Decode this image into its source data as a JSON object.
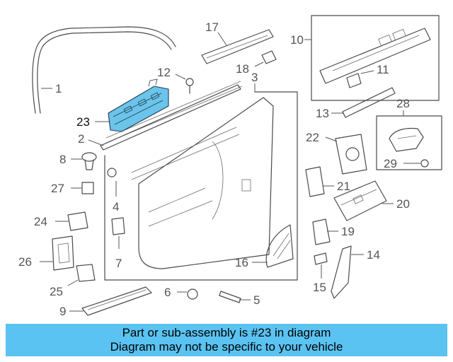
{
  "diagram": {
    "highlight_color": "#6cc4ea",
    "highlighted_part": "23",
    "callouts": {
      "c1": "1",
      "c2": "2",
      "c3": "3",
      "c4": "4",
      "c5": "5",
      "c6": "6",
      "c7": "7",
      "c8": "8",
      "c9": "9",
      "c10": "10",
      "c11": "11",
      "c12": "12",
      "c13": "13",
      "c14": "14",
      "c15": "15",
      "c16": "16",
      "c17": "17",
      "c18": "18",
      "c19": "19",
      "c20": "20",
      "c21": "21",
      "c22": "22",
      "c23": "23",
      "c24": "24",
      "c25": "25",
      "c26": "26",
      "c27": "27",
      "c28": "28",
      "c29": "29"
    }
  },
  "banner": {
    "line1": "Part or sub-assembly is #23 in diagram",
    "line2": "Diagram may not be specific to your vehicle",
    "background": "#5ac3f2"
  }
}
